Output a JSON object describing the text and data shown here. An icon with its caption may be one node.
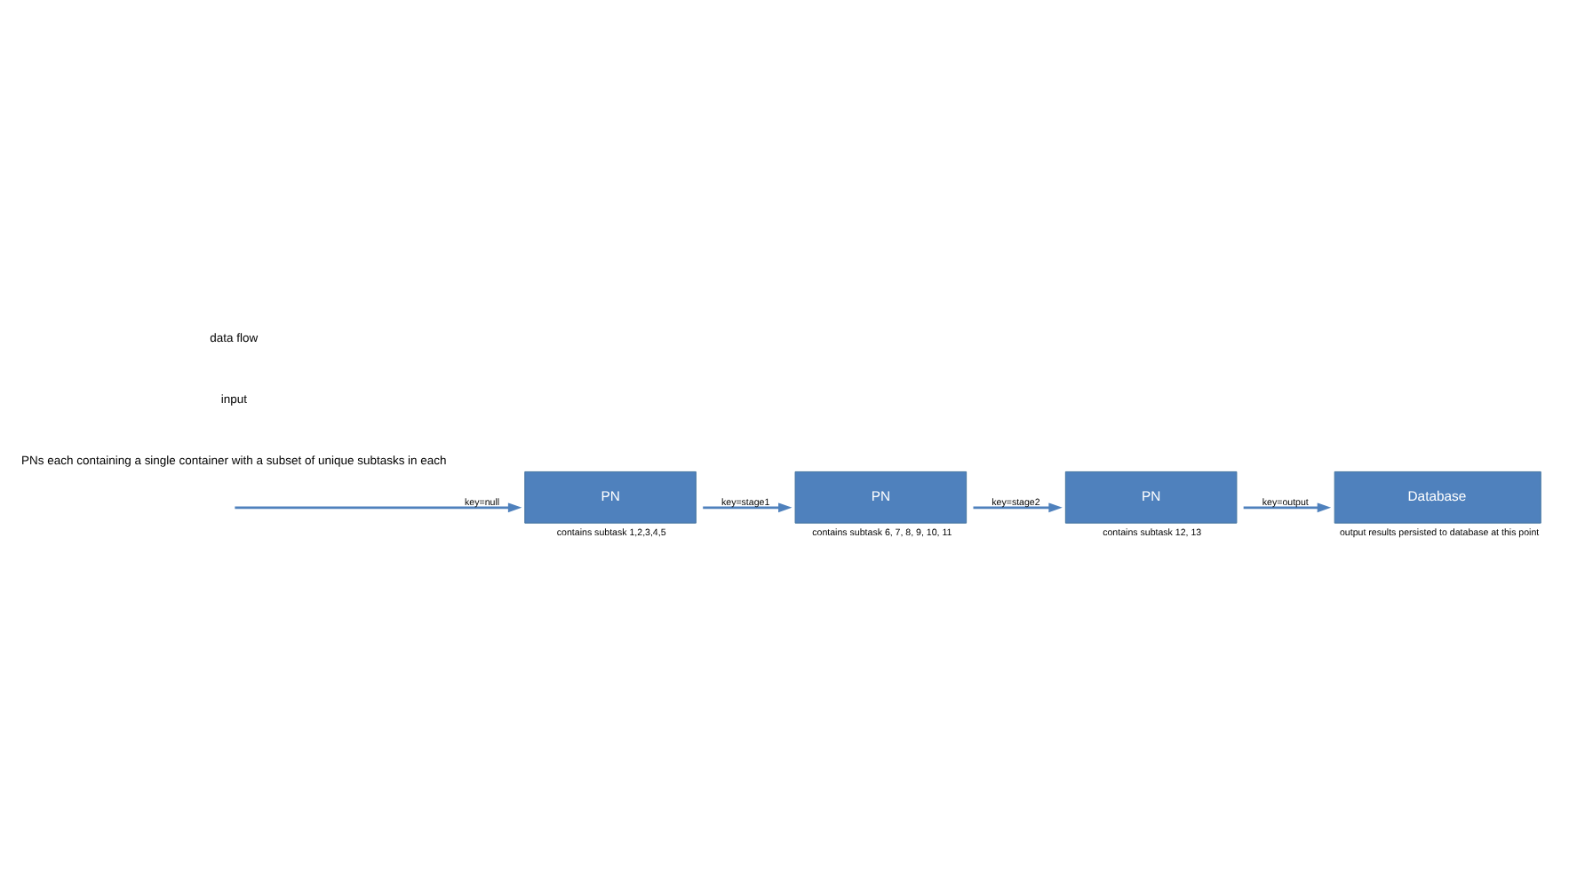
{
  "diagram": {
    "nodes": [
      {
        "text": [
          "PN"
        ],
        "beside": [
          "contains subtask 1,2,3,4,5"
        ]
      },
      {
        "text": [
          "PN"
        ],
        "beside": [
          "contains subtask 6, 7, 8, 9, 10, 11"
        ]
      },
      {
        "text": [
          "PN"
        ],
        "beside": [
          "contains subtask 12, 13"
        ]
      },
      {
        "text": [
          "Database"
        ],
        "beside": [
          "output results persisted to database at this point"
        ]
      }
    ],
    "edges": [
      {
        "from": null,
        "to": 0,
        "arrow": "to",
        "label": "key=null"
      },
      {
        "from": 0,
        "to": 1,
        "arrow": "to",
        "label": "key=stage1"
      },
      {
        "from": 1,
        "to": 2,
        "arrow": "to",
        "label": "key=stage2"
      },
      {
        "from": 2,
        "to": 3,
        "arrow": "to",
        "label": "key=output"
      }
    ],
    "labels": [
      "PNs each containing a single container with a subset of unique subtasks in each",
      "input",
      "data flow"
    ]
  }
}
